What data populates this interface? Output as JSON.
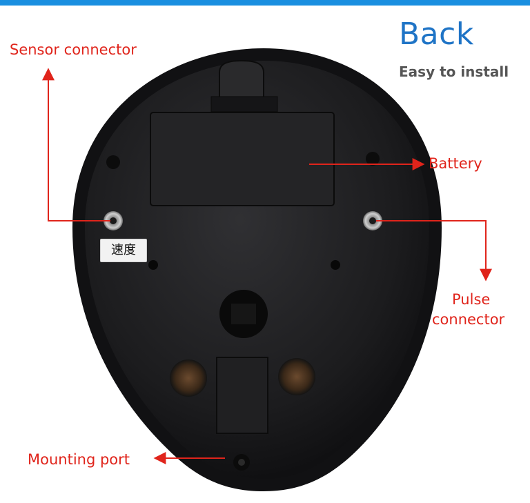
{
  "heading": {
    "title": "Back",
    "subtitle": "Easy to install"
  },
  "callouts": {
    "sensor_connector": "Sensor connector",
    "battery": "Battery",
    "pulse_connector_line1": "Pulse",
    "pulse_connector_line2": "connector",
    "mounting_port": "Mounting port"
  },
  "sticker": {
    "text": "速度"
  },
  "colors": {
    "accent_bar": "#1a8fe0",
    "title_blue": "#1f74c6",
    "callout_red": "#e0241b",
    "device_body": "#1b1b1d"
  }
}
